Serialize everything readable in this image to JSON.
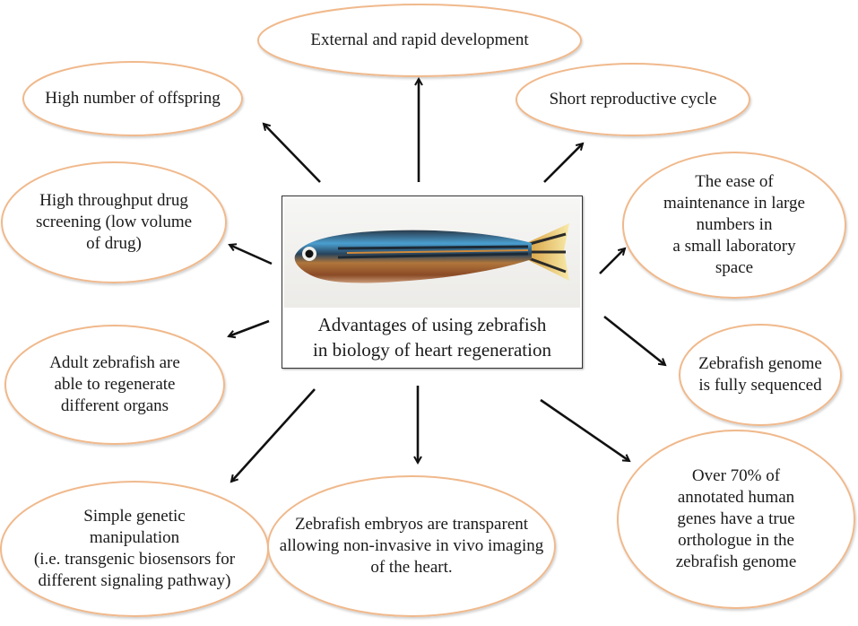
{
  "diagram": {
    "center": {
      "title": "Advantages of using zebrafish\nin biology of heart regeneration",
      "image": "zebrafish-photo"
    },
    "colors": {
      "ellipse_stroke": "#f0b98c",
      "arrow": "#111111",
      "text": "#1a1a1a"
    },
    "nodes": [
      {
        "id": "external-development",
        "text": "External and rapid development"
      },
      {
        "id": "high-offspring",
        "text": "High number of offspring"
      },
      {
        "id": "short-cycle",
        "text": "Short reproductive cycle"
      },
      {
        "id": "drug-screening",
        "text": "High throughput drug\nscreening (low volume\nof drug)"
      },
      {
        "id": "ease-maintenance",
        "text": "The ease of\nmaintenance in large\nnumbers in\na small laboratory\nspace"
      },
      {
        "id": "regenerate-organs",
        "text": "Adult zebrafish are\nable to regenerate\ndifferent organs"
      },
      {
        "id": "genome-sequenced",
        "text": "Zebrafish genome\nis fully sequenced"
      },
      {
        "id": "genetic-manipulation",
        "text": "Simple genetic\nmanipulation\n(i.e. transgenic biosensors for\ndifferent signaling pathway)"
      },
      {
        "id": "transparent-embryos",
        "text": "Zebrafish embryos are transparent\nallowing non-invasive in vivo imaging\nof the heart."
      },
      {
        "id": "human-orthologues",
        "text": "Over 70% of\nannotated human\ngenes have a true\northologue in the\nzebrafish genome"
      }
    ]
  }
}
